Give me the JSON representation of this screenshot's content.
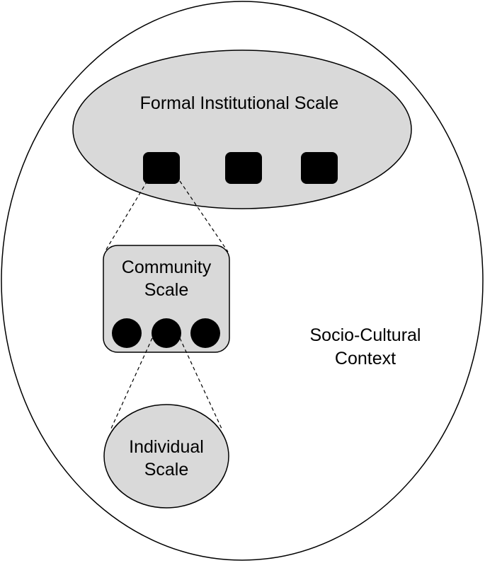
{
  "diagram": {
    "context": {
      "line1": "Socio-Cultural",
      "line2": "Context"
    },
    "formal": {
      "label": "Formal Institutional Scale",
      "node_count": 3
    },
    "community": {
      "line1": "Community",
      "line2": "Scale",
      "node_count": 3
    },
    "individual": {
      "line1": "Individual",
      "line2": "Scale"
    }
  },
  "colors": {
    "background": "#ffffff",
    "outline": "#000000",
    "scale_fill": "#d9d9d9",
    "node_fill": "#000000"
  }
}
